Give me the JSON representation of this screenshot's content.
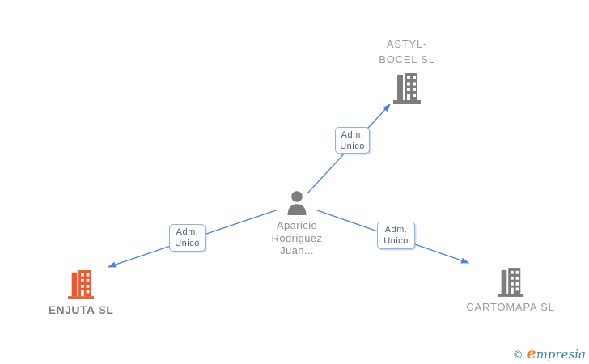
{
  "diagram": {
    "person": {
      "name_lines": [
        "Aparicio",
        "Rodriguez",
        "Juan..."
      ],
      "icon": "person-icon"
    },
    "companies": [
      {
        "id": "astyl-bocel",
        "label_lines": [
          "ASTYL-",
          "BOCEL SL"
        ],
        "icon": "building-icon",
        "icon_color": "gray"
      },
      {
        "id": "enjuta",
        "label_lines": [
          "ENJUTA SL"
        ],
        "icon": "building-icon",
        "icon_color": "orange"
      },
      {
        "id": "cartomapa",
        "label_lines": [
          "CARTOMAPA SL"
        ],
        "icon": "building-icon",
        "icon_color": "gray"
      }
    ],
    "relations": [
      {
        "role_lines": [
          "Adm.",
          "Unico"
        ],
        "target": "ASTYL-BOCEL SL"
      },
      {
        "role_lines": [
          "Adm.",
          "Unico"
        ],
        "target": "ENJUTA SL"
      },
      {
        "role_lines": [
          "Adm.",
          "Unico"
        ],
        "target": "CARTOMAPA SL"
      }
    ]
  },
  "footer": {
    "copyright_symbol": "©",
    "brand_initial": "e",
    "brand_rest": "mpresia"
  },
  "colors": {
    "background": "#ffffff",
    "arrow": "#4482e4",
    "edge_box_border": "#8fb0e2",
    "edge_box_text": "#4e6172",
    "node_gray": "#7d7d7d",
    "node_orange": "#f4582a",
    "label_gray": "#9a9a9a",
    "label_dark": "#7d7d7d",
    "person_label": "#8d8d8d",
    "brand_teal": "#3e7d98",
    "brand_orange": "#f0832e"
  }
}
